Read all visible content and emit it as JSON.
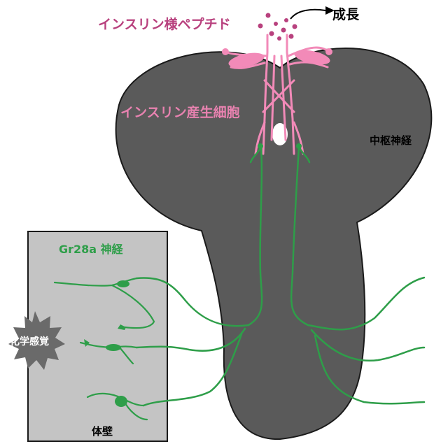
{
  "labels": {
    "insulin_like_peptide": "インスリン様ペプチド",
    "growth": "成長",
    "insulin_producing_cells": "インスリン産生細胞",
    "central_nervous_system": "中枢神経",
    "gr28a_neurons": "Gr28a 神経",
    "chemosensation": "化学感覚",
    "body_wall": "体壁"
  },
  "colors": {
    "cns_fill": "#5a5a5a",
    "body_wall_fill": "#c4c4c4",
    "neuron_green": "#2e9e49",
    "insulin_cells_pink": "#f28ab8",
    "peptide_magenta": "#b8417e",
    "chem_burst": "#6a6a6a"
  }
}
